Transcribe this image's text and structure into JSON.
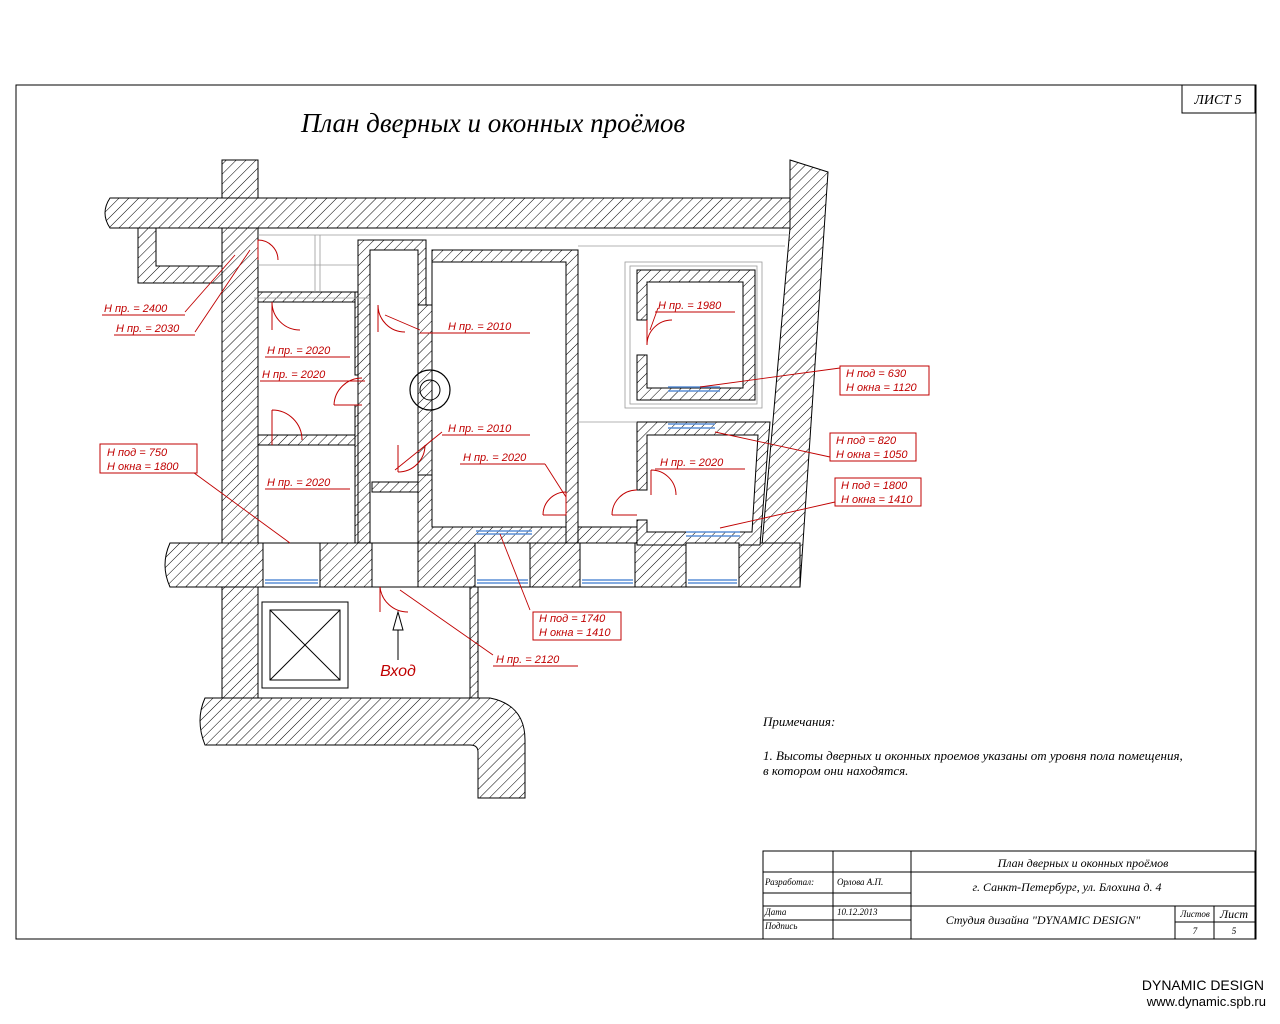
{
  "sheet": {
    "label": "ЛИСТ 5",
    "title": "План дверных и оконных проёмов"
  },
  "annotations": {
    "door_2400": "Н пр. = 2400",
    "door_2030": "Н пр. = 2030",
    "door_2020_a": "Н пр. = 2020",
    "door_2020_b": "Н пр. = 2020",
    "door_2020_c": "Н пр. = 2020",
    "door_2010_a": "Н пр. = 2010",
    "door_2010_b": "Н пр. = 2010",
    "door_2020_d": "Н пр. = 2020",
    "door_2020_e": "Н пр. = 2020",
    "door_1980": "Н пр. = 1980",
    "door_2120": "Н пр. = 2120",
    "win_750": {
      "sill": "Н под = 750",
      "window": "Н окна = 1800"
    },
    "win_630": {
      "sill": "Н под = 630",
      "window": "Н окна = 1120"
    },
    "win_820": {
      "sill": "Н под = 820",
      "window": "Н окна = 1050"
    },
    "win_1800": {
      "sill": "Н под = 1800",
      "window": "Н окна = 1410"
    },
    "win_1740": {
      "sill": "Н под = 1740",
      "window": "Н окна = 1410"
    }
  },
  "entrance_label": "Вход",
  "notes": {
    "heading": "Примечания:",
    "line1": "1. Высоты дверных и оконных проемов указаны от уровня пола помещения,",
    "line2": "в котором они находятся."
  },
  "title_block": {
    "drawing_name": "План дверных и оконных проёмов",
    "address": "г. Санкт-Петербург, ул. Блохина д. 4",
    "developed_label": "Разработал:",
    "developer": "Орлова А.П.",
    "date_label": "Дата",
    "date": "10.12.2013",
    "sign_label": "Подпись",
    "studio": "Студия дизайна \"DYNAMIC DESIGN\"",
    "sheets_label": "Листов",
    "sheet_label": "Лист",
    "sheets_total": "7",
    "sheet_number": "5"
  },
  "branding": {
    "name": "DYNAMIC DESIGN",
    "url": "www.dynamic.spb.ru"
  },
  "colors": {
    "annotation": "#c00000",
    "window": "#5b8fd6",
    "wall_hatch": "#000000"
  }
}
